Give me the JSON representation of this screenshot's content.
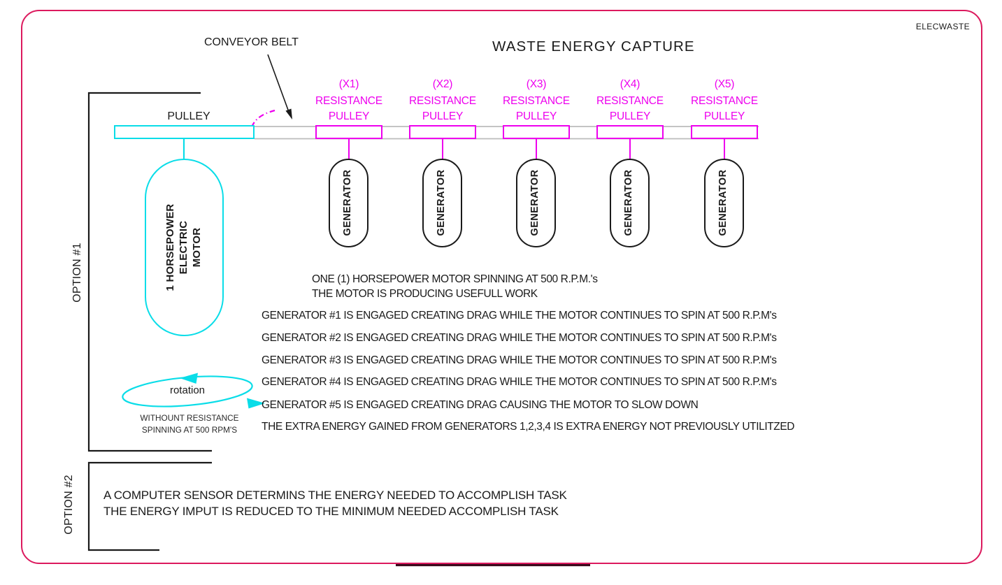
{
  "frame": {
    "doc_code": "ELECWASTE"
  },
  "title": "WASTE ENERGY CAPTURE",
  "labels": {
    "conveyor": "CONVEYOR BELT",
    "drive_pulley": "PULLEY"
  },
  "motor": {
    "lines": [
      "1 HORSEPOWER",
      "ELECTRIC",
      "MOTOR"
    ]
  },
  "stations": [
    {
      "num": "(X1)",
      "name1": "RESISTANCE",
      "name2": "PULLEY",
      "device": "GENERATOR"
    },
    {
      "num": "(X2)",
      "name1": "RESISTANCE",
      "name2": "PULLEY",
      "device": "GENERATOR"
    },
    {
      "num": "(X3)",
      "name1": "RESISTANCE",
      "name2": "PULLEY",
      "device": "GENERATOR"
    },
    {
      "num": "(X4)",
      "name1": "RESISTANCE",
      "name2": "PULLEY",
      "device": "GENERATOR"
    },
    {
      "num": "(X5)",
      "name1": "RESISTANCE",
      "name2": "PULLEY",
      "device": "GENERATOR"
    }
  ],
  "option1": {
    "label": "OPTION #1",
    "intro1": "ONE (1) HORSEPOWER MOTOR SPINNING AT 500 R.P.M.'s",
    "intro2": "THE MOTOR IS PRODUCING USEFULL WORK",
    "statements": [
      "GENERATOR #1 IS ENGAGED CREATING DRAG WHILE THE MOTOR CONTINUES TO SPIN AT 500 R.P.M's",
      "GENERATOR #2 IS ENGAGED CREATING DRAG WHILE THE MOTOR CONTINUES TO SPIN AT 500 R.P.M's",
      "GENERATOR #3 IS ENGAGED CREATING DRAG WHILE THE MOTOR CONTINUES TO SPIN AT 500 R.P.M's",
      "GENERATOR #4 IS ENGAGED CREATING DRAG WHILE THE MOTOR CONTINUES TO SPIN AT 500 R.P.M's",
      "GENERATOR #5 IS ENGAGED CREATING DRAG CAUSING THE MOTOR TO SLOW DOWN",
      "THE EXTRA ENERGY GAINED FROM GENERATORS 1,2,3,4 IS EXTRA ENERGY NOT PREVIOUSLY UTILITZED"
    ],
    "rotation_label": "rotation",
    "rotation_note1": "WITHOUNT RESISTANCE",
    "rotation_note2": "SPINNING AT 500 RPM'S"
  },
  "option2": {
    "label": "OPTION #2",
    "line1": "A COMPUTER SENSOR DETERMINS THE ENERGY NEEDED TO ACCOMPLISH TASK",
    "line2": "THE ENERGY IMPUT IS REDUCED TO THE MINIMUM NEEDED ACCOMPLISH TASK"
  },
  "colors": {
    "cyan": "#0adde8",
    "magenta": "#ee00ee",
    "border_pink": "#dc1a5e",
    "belt_gray": "#bbbbbb",
    "dark_segment": "#3a0a1c",
    "ink": "#1a1a1a"
  }
}
